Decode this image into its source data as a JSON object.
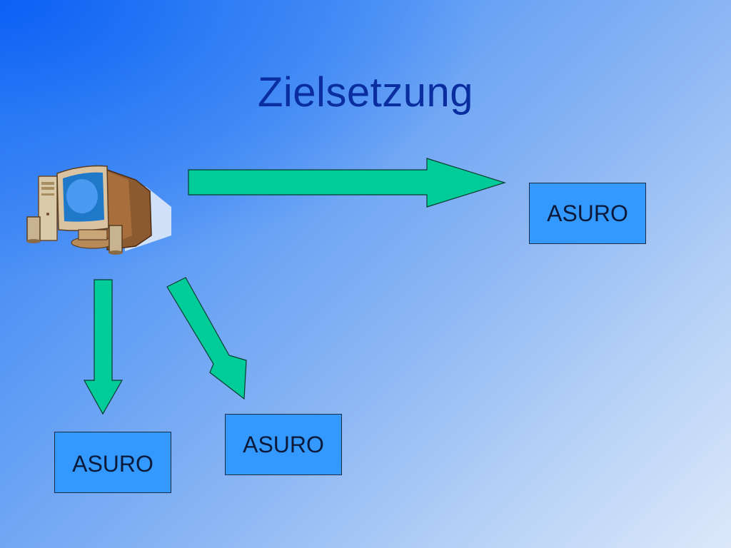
{
  "slide": {
    "title": "Zielsetzung"
  },
  "nodes": [
    {
      "id": "asuro-right",
      "label": "ASURO"
    },
    {
      "id": "asuro-left",
      "label": "ASURO"
    },
    {
      "id": "asuro-middle",
      "label": "ASURO"
    }
  ],
  "icons": {
    "source": "computer-icon"
  },
  "colors": {
    "arrow_fill": "#00cc99",
    "box_fill": "#3399ff",
    "title": "#0a2ea0"
  }
}
